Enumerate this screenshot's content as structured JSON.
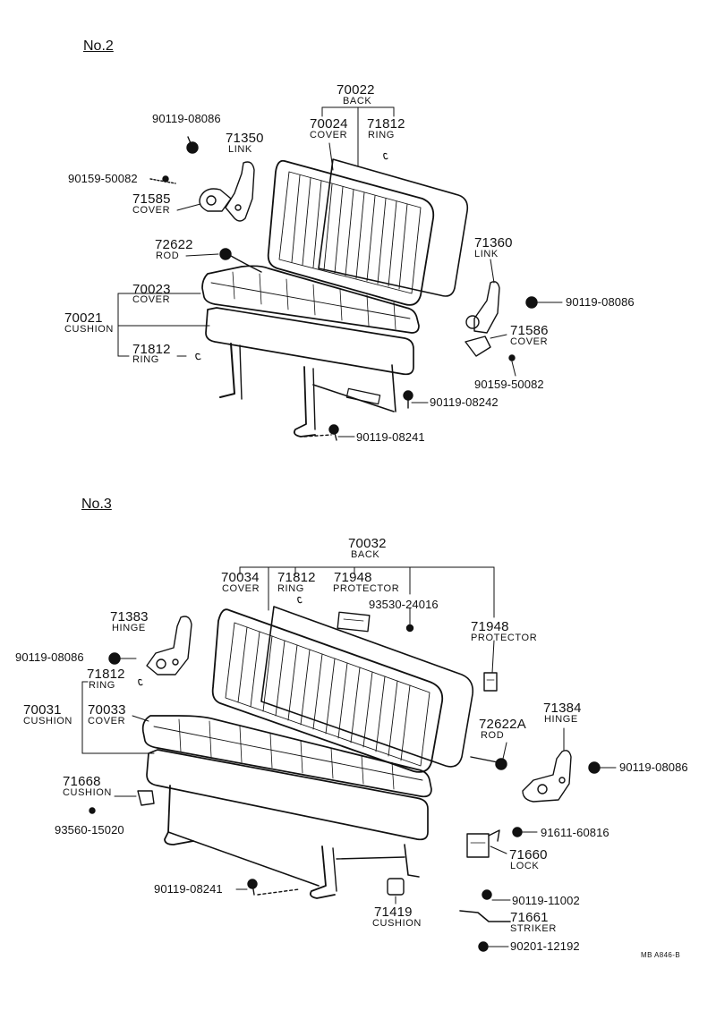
{
  "section2": {
    "title": "No.2",
    "back": {
      "num": "70022",
      "name": "BACK"
    },
    "back_cover": {
      "num": "70024",
      "name": "COVER"
    },
    "back_ring": {
      "num": "71812",
      "name": "RING"
    },
    "bolt_top": "90119-08086",
    "link_left": {
      "num": "71350",
      "name": "LINK"
    },
    "screw_left": "90159-50082",
    "cover_left": {
      "num": "71585",
      "name": "COVER"
    },
    "rod": {
      "num": "72622",
      "name": "ROD"
    },
    "cushion_cover": {
      "num": "70023",
      "name": "COVER"
    },
    "cushion": {
      "num": "70021",
      "name": "CUSHION"
    },
    "cushion_ring": {
      "num": "71812",
      "name": "RING"
    },
    "link_right": {
      "num": "71360",
      "name": "LINK"
    },
    "bolt_right": "90119-08086",
    "cover_right": {
      "num": "71586",
      "name": "COVER"
    },
    "screw_right": "90159-50082",
    "bolt_leg_right": "90119-08242",
    "bolt_leg_front": "90119-08241"
  },
  "section3": {
    "title": "No.3",
    "back": {
      "num": "70032",
      "name": "BACK"
    },
    "back_cover": {
      "num": "70034",
      "name": "COVER"
    },
    "back_ring": {
      "num": "71812",
      "name": "RING"
    },
    "protector_mid": {
      "num": "71948",
      "name": "PROTECTOR"
    },
    "screw_protector": "93530-24016",
    "protector_right": {
      "num": "71948",
      "name": "PROTECTOR"
    },
    "hinge_left": {
      "num": "71383",
      "name": "HINGE"
    },
    "bolt_hinge_left": "90119-08086",
    "cushion_ring": {
      "num": "71812",
      "name": "RING"
    },
    "cushion": {
      "num": "70031",
      "name": "CUSHION"
    },
    "cushion_cover": {
      "num": "70033",
      "name": "COVER"
    },
    "rod": {
      "num": "72622A",
      "name": "ROD"
    },
    "hinge_right": {
      "num": "71384",
      "name": "HINGE"
    },
    "bolt_hinge_right": "90119-08086",
    "small_cushion_left": {
      "num": "71668",
      "name": "CUSHION"
    },
    "screw_small_cushion": "93560-15020",
    "bolt_lock": "91611-60816",
    "lock": {
      "num": "71660",
      "name": "LOCK"
    },
    "bolt_leg": "90119-08241",
    "small_cushion_bottom": {
      "num": "71419",
      "name": "CUSHION"
    },
    "bolt_striker": "90119-11002",
    "striker": {
      "num": "71661",
      "name": "STRIKER"
    },
    "nut_striker": "90201-12192"
  },
  "footer_code": "MB A846-B"
}
